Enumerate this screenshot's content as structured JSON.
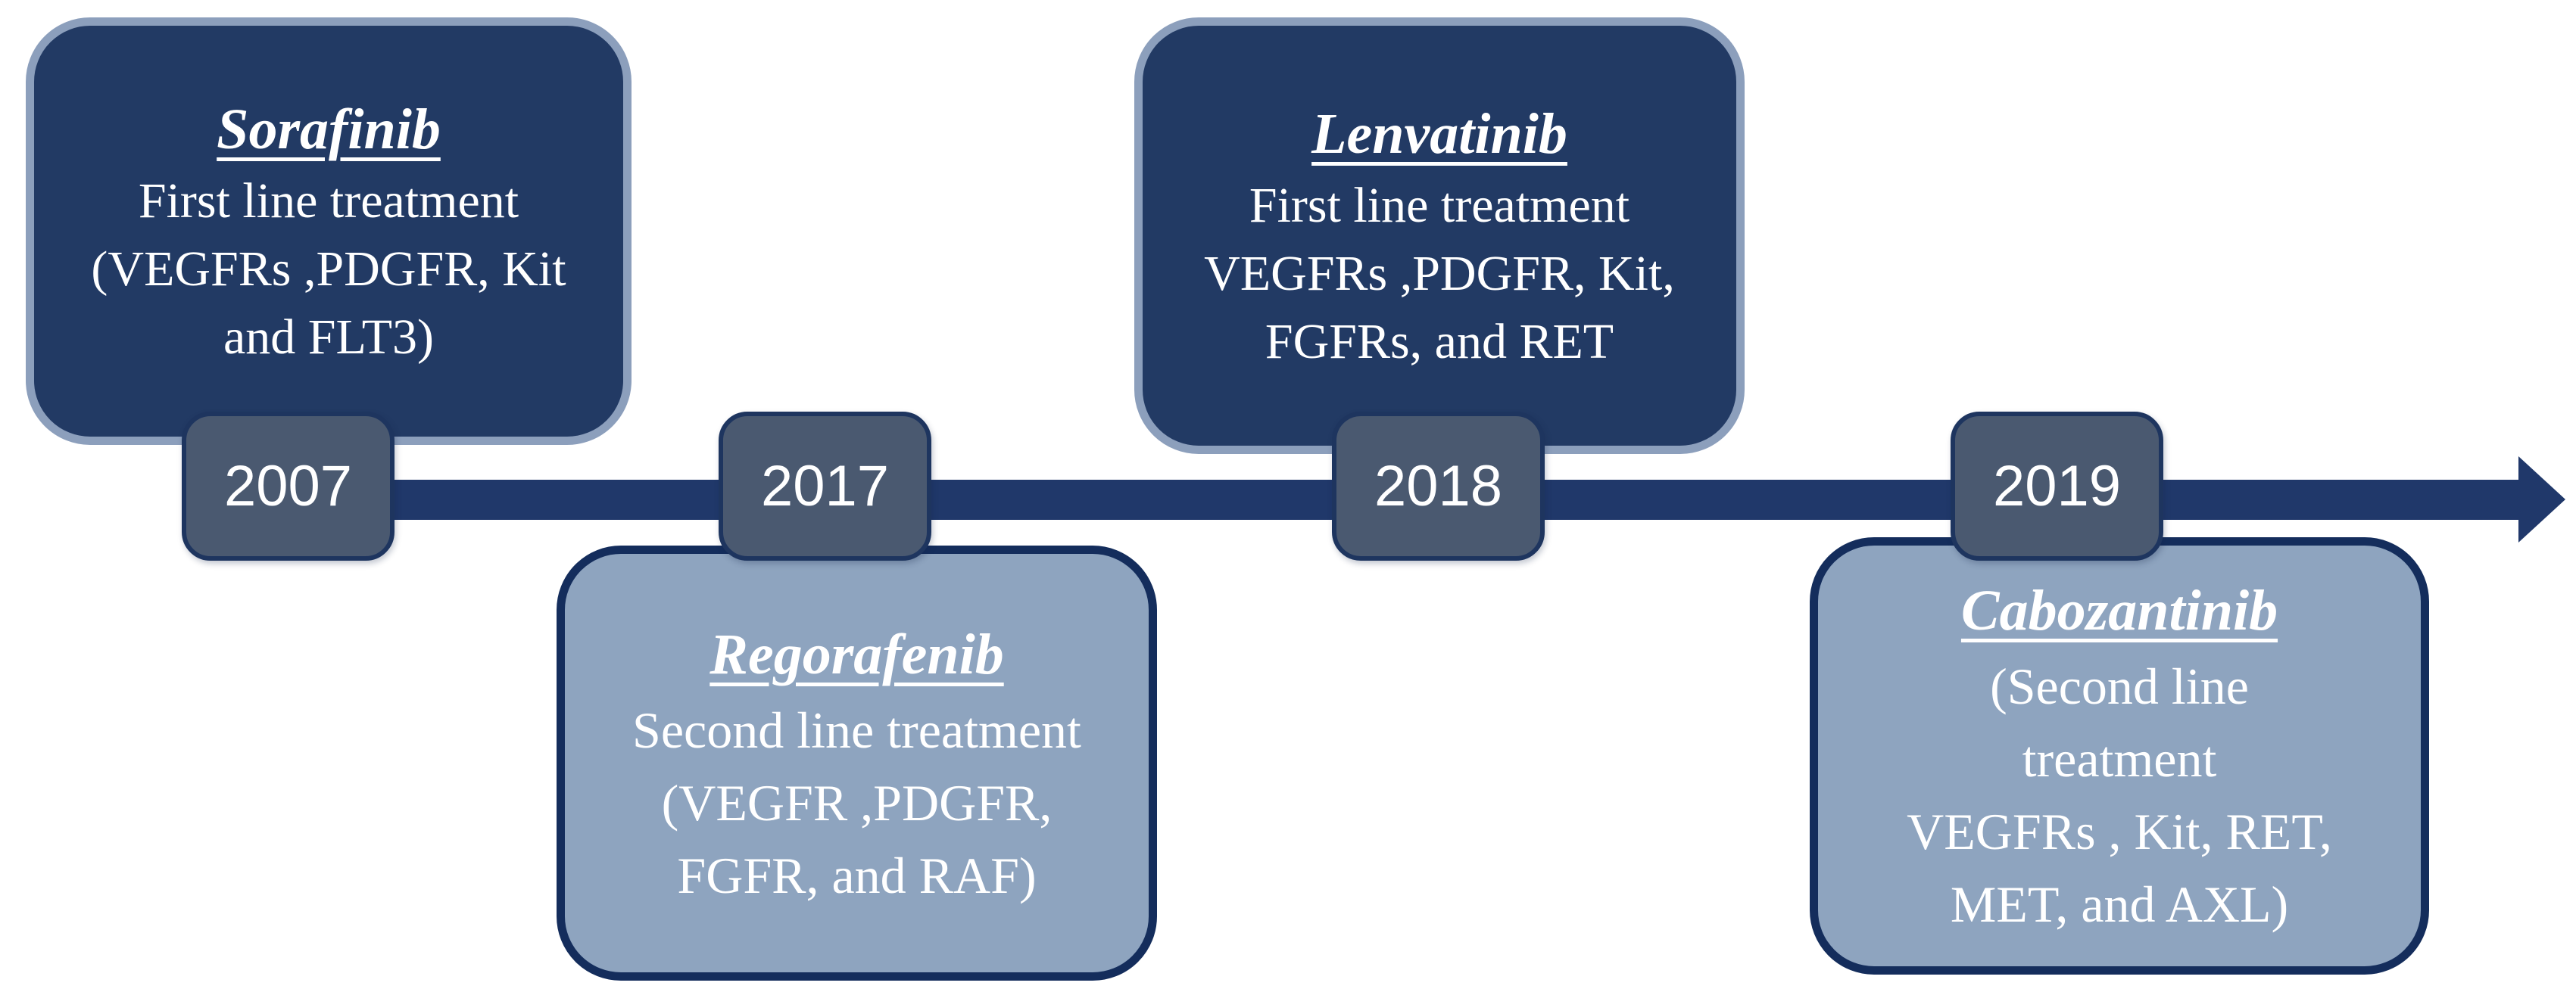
{
  "figure": {
    "type": "timeline",
    "direction": "left-to-right",
    "colors": {
      "dark_box_fill": "#223a64",
      "dark_box_border": "#8c9fbc",
      "light_box_fill": "#8ea4bf",
      "light_box_border": "#142d5c",
      "year_marker_fill": "#4a5970",
      "year_marker_border": "#1e355f",
      "timeline_bar": "#20386a",
      "text": "#ffffff"
    },
    "events": [
      {
        "year": "2007",
        "drug": "Sorafinib",
        "placement": "above",
        "style": "dark",
        "lines": [
          "First line treatment",
          "(VEGFRs ,PDGFR, Kit",
          "and FLT3)"
        ]
      },
      {
        "year": "2017",
        "drug": "Regorafenib",
        "placement": "below",
        "style": "light",
        "lines": [
          "Second line treatment",
          "(VEGFR ,PDGFR,",
          "FGFR, and RAF)"
        ]
      },
      {
        "year": "2018",
        "drug": "Lenvatinib",
        "placement": "above",
        "style": "dark",
        "lines": [
          "First line treatment",
          "VEGFRs ,PDGFR, Kit,",
          "FGFRs, and RET"
        ]
      },
      {
        "year": "2019",
        "drug": "Cabozantinib",
        "placement": "below",
        "style": "light",
        "lines": [
          "(Second line",
          "treatment",
          "VEGFRs , Kit, RET,",
          "MET, and AXL)"
        ]
      }
    ]
  }
}
